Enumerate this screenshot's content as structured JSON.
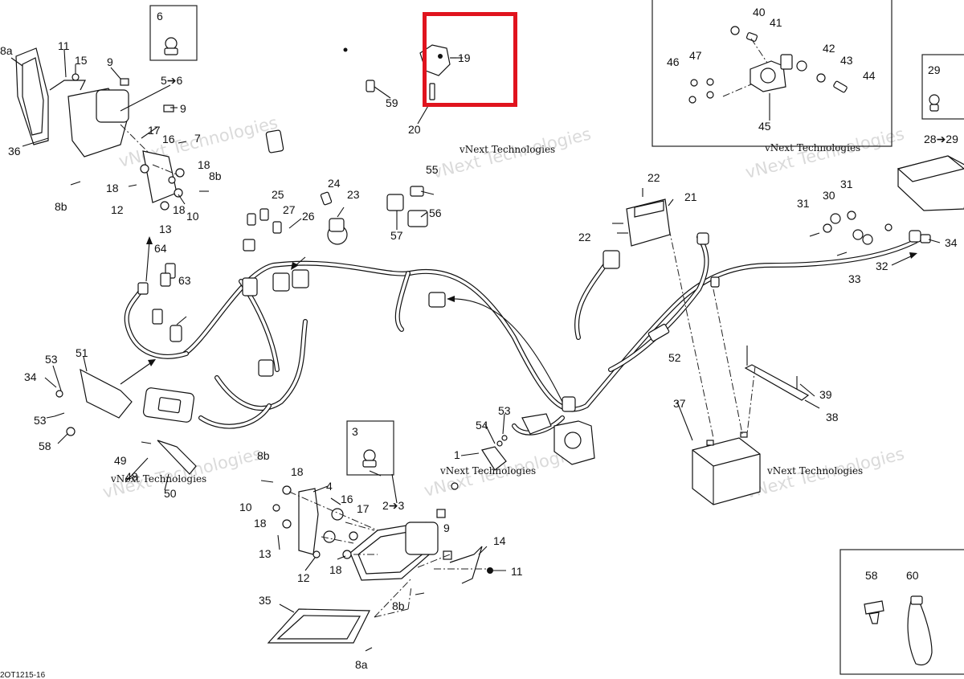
{
  "diagram_code": "2OT1215-16",
  "watermark": [
    "vNext Technologies",
    "vNext",
    "Technologies"
  ],
  "callouts": {
    "c1": "1",
    "c2to3": "2➔3",
    "c3": "3",
    "c4": "4",
    "c5to6": "5➔6",
    "c6": "6",
    "c7": "7",
    "c8a": "8a",
    "c8a_b": "8a",
    "c8b": "8b",
    "c8b_b": "8b",
    "c8b_c": "8b",
    "c8b_d": "8b",
    "c9": "9",
    "c9b": "9",
    "c9c": "9",
    "c10": "10",
    "c10b": "10",
    "c11": "11",
    "c11b": "11",
    "c12": "12",
    "c12b": "12",
    "c13": "13",
    "c13b": "13",
    "c14": "14",
    "c15": "15",
    "c16": "16",
    "c16b": "16",
    "c17": "17",
    "c17b": "17",
    "c18": "18",
    "c18b": "18",
    "c18c": "18",
    "c18d": "18",
    "c18e": "18",
    "c18f": "18",
    "c19": "19",
    "c20": "20",
    "c21": "21",
    "c22": "22",
    "c22b": "22",
    "c23": "23",
    "c24": "24",
    "c25": "25",
    "c26": "26",
    "c27": "27",
    "c28to29": "28➔29",
    "c29": "29",
    "c30": "30",
    "c31": "31",
    "c31b": "31",
    "c32": "32",
    "c33": "33",
    "c34": "34",
    "c34b": "34",
    "c35": "35",
    "c36": "36",
    "c37": "37",
    "c38": "38",
    "c39": "39",
    "c40": "40",
    "c41": "41",
    "c42": "42",
    "c43": "43",
    "c44": "44",
    "c45": "45",
    "c46": "46",
    "c47": "47",
    "c48": "48",
    "c49": "49",
    "c50": "50",
    "c51": "51",
    "c52": "52",
    "c53": "53",
    "c53b": "53",
    "c53c": "53",
    "c54": "54",
    "c55": "55",
    "c56": "56",
    "c57": "57",
    "c58": "58",
    "c58b": "58",
    "c59": "59",
    "c60": "60",
    "c63": "63",
    "c64": "64"
  },
  "highlight": {
    "target_callout": "19",
    "color": "#e0141e"
  }
}
